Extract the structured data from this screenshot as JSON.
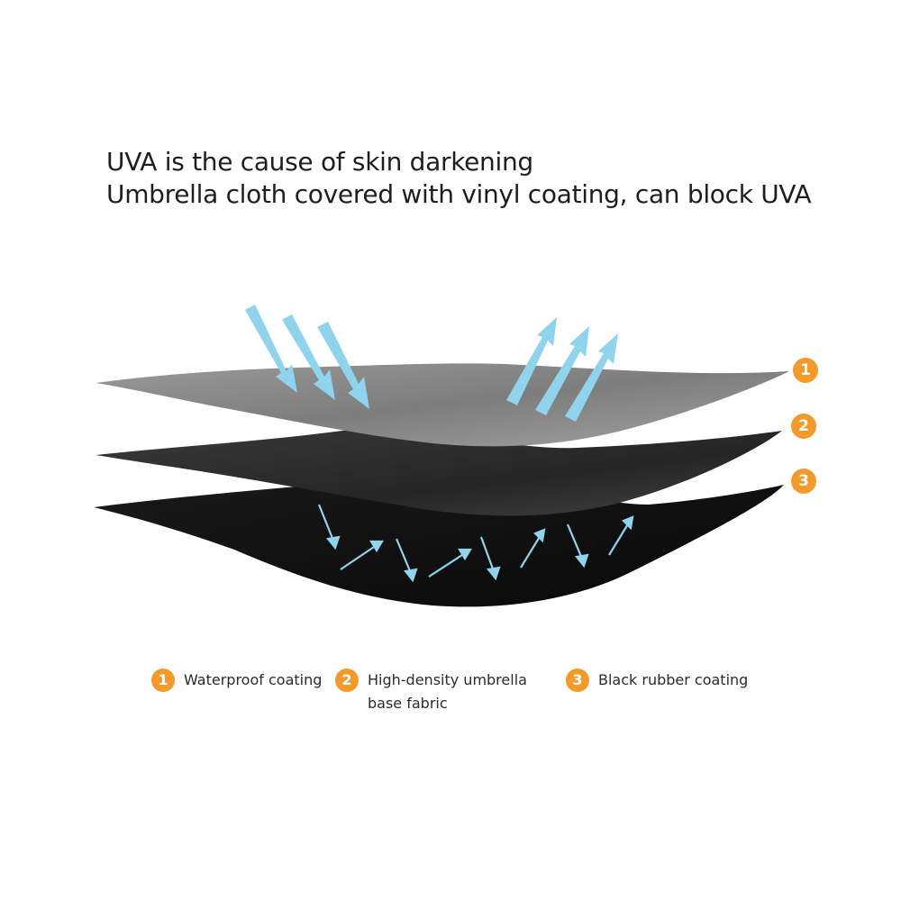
{
  "headline": {
    "line1": "UVA is the cause of skin darkening",
    "line2": "Umbrella cloth covered with vinyl coating, can block UVA"
  },
  "layers": [
    {
      "number": "1",
      "name": "Waterproof coating",
      "color": "#8a8a8a"
    },
    {
      "number": "2",
      "name_line1": "High-density umbrella",
      "name_line2": "base fabric",
      "color": "#2d2d2d"
    },
    {
      "number": "3",
      "name": "Black rubber coating",
      "color": "#0f0f0f"
    }
  ],
  "colors": {
    "badge": "#f39a2b",
    "uv_arrow": "#8fd3ec",
    "small_arrow": "#8fd3ec"
  }
}
